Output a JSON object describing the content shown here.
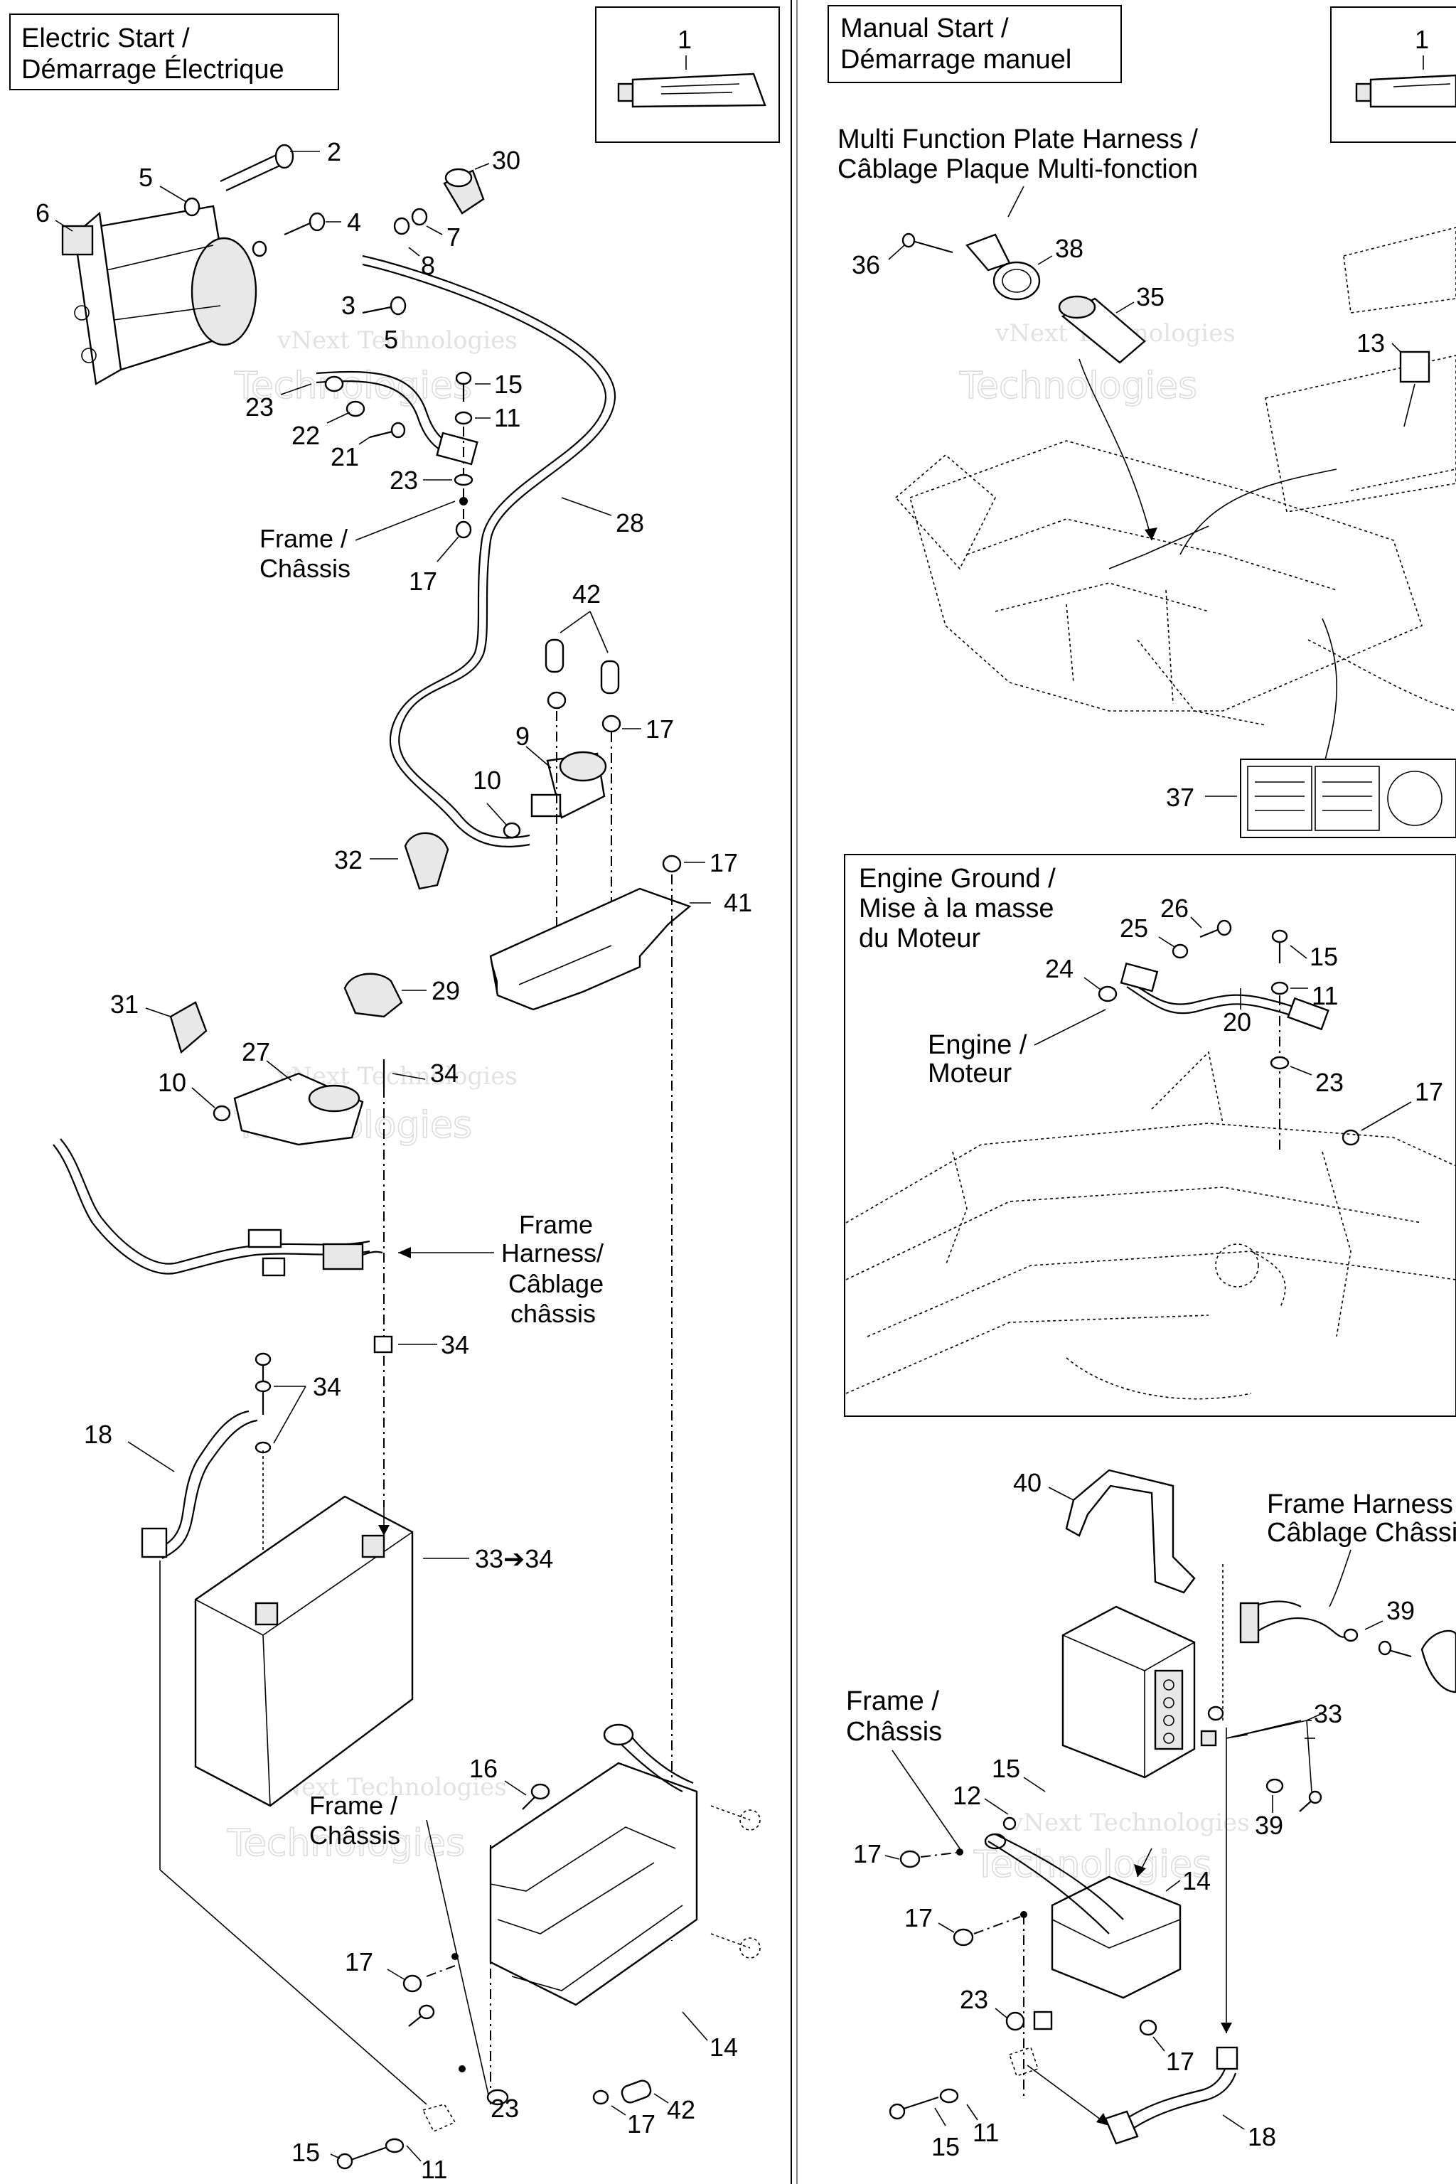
{
  "sections": {
    "electric": {
      "title_l1": "Electric Start /",
      "title_l2": "Démarrage Électrique"
    },
    "manual": {
      "title_l1": "Manual Start /",
      "title_l2": "Démarrage manuel"
    },
    "engine_ground": {
      "title_l1": "Engine Ground /",
      "title_l2": "Mise à la masse",
      "title_l3": "du Moteur"
    }
  },
  "callouts": {
    "tube": "1",
    "multi_l1": "Multi Function Plate Harness /",
    "multi_l2": "Câblage Plaque Multi-fonction",
    "frame_l1": "Frame /",
    "frame_l2": "Châssis",
    "frame_harness_l1": "Frame",
    "frame_harness_l2": "Harness/",
    "frame_harness_l3": "Câblage",
    "frame_harness_l4": "châssis",
    "engine_l1": "Engine /",
    "engine_l2": "Moteur",
    "frame_harness_r1": "Frame Harness /",
    "frame_harness_r2": "Câblage Châssis",
    "battery_arrow": "33➔34"
  },
  "part_numbers": {
    "n2": "2",
    "n3": "3",
    "n4": "4",
    "n5": "5",
    "n6": "6",
    "n7": "7",
    "n8": "8",
    "n9": "9",
    "n10": "10",
    "n11": "11",
    "n12": "12",
    "n13": "13",
    "n14": "14",
    "n15": "15",
    "n16": "16",
    "n17": "17",
    "n18": "18",
    "n20": "20",
    "n21": "21",
    "n22": "22",
    "n23": "23",
    "n24": "24",
    "n25": "25",
    "n26": "26",
    "n27": "27",
    "n28": "28",
    "n29": "29",
    "n30": "30",
    "n31": "31",
    "n32": "32",
    "n34": "34",
    "n35": "35",
    "n36": "36",
    "n37": "37",
    "n38": "38",
    "n39": "39",
    "n40": "40",
    "n41": "41",
    "n42": "42"
  },
  "watermark": {
    "line1": "vNext Technologies",
    "line2": "Technologies",
    "line3": "vNext"
  }
}
